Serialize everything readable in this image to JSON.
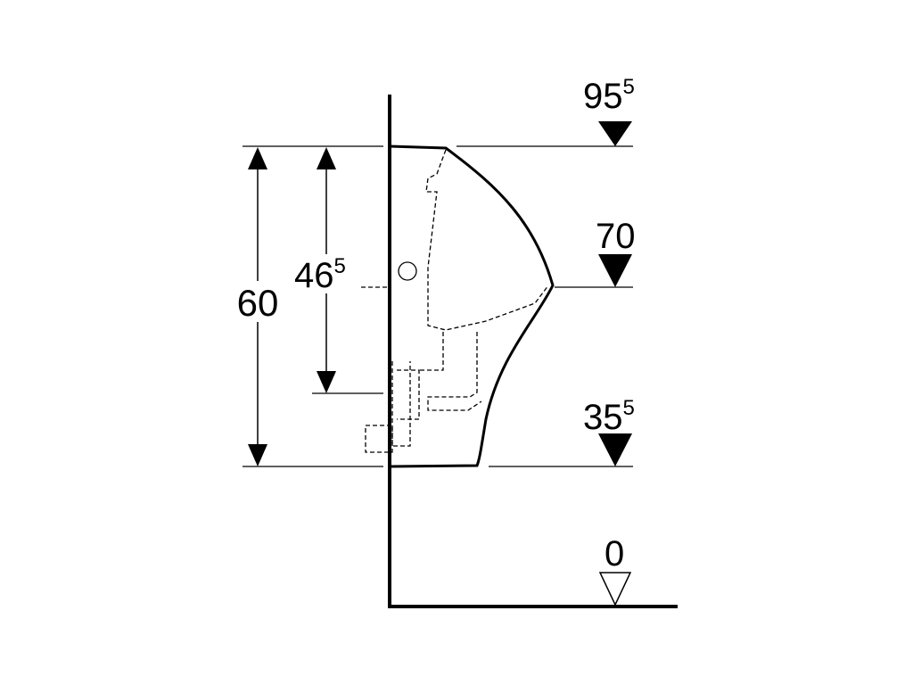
{
  "diagram": {
    "dimensions": {
      "overall_height": "60",
      "outlet_height": {
        "main": "46",
        "sup": "5"
      }
    },
    "levels": [
      {
        "main": "95",
        "sup": "5",
        "marker": "filled"
      },
      {
        "main": "70",
        "sup": "",
        "marker": "filled"
      },
      {
        "main": "35",
        "sup": "5",
        "marker": "filled"
      },
      {
        "main": "0",
        "sup": "",
        "marker": "outline"
      }
    ],
    "colors": {
      "line": "#000000",
      "background": "#ffffff"
    }
  }
}
